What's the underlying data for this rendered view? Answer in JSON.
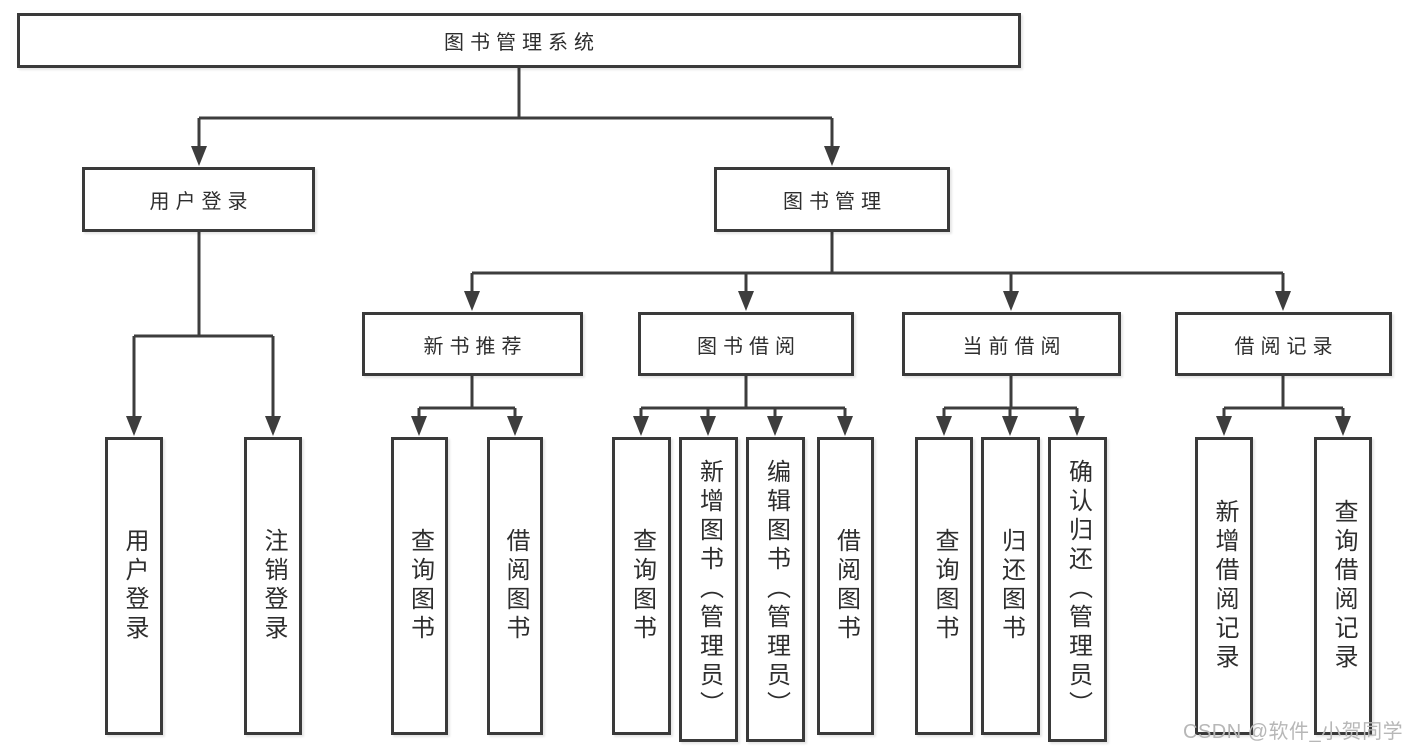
{
  "diagram": {
    "type": "hierarchy-tree",
    "root": {
      "label": "图书管理系统"
    },
    "level2": [
      {
        "label": "用户登录"
      },
      {
        "label": "图书管理"
      }
    ],
    "level3": [
      {
        "label": "新书推荐",
        "parent": "图书管理"
      },
      {
        "label": "图书借阅",
        "parent": "图书管理"
      },
      {
        "label": "当前借阅",
        "parent": "图书管理"
      },
      {
        "label": "借阅记录",
        "parent": "图书管理"
      }
    ],
    "leaves": [
      {
        "label": "用户登录",
        "parent": "用户登录"
      },
      {
        "label": "注销登录",
        "parent": "用户登录"
      },
      {
        "label": "查询图书",
        "parent": "新书推荐"
      },
      {
        "label": "借阅图书",
        "parent": "新书推荐"
      },
      {
        "label": "查询图书",
        "parent": "图书借阅"
      },
      {
        "label": "新增图书（管理员）",
        "parent": "图书借阅"
      },
      {
        "label": "编辑图书（管理员）",
        "parent": "图书借阅"
      },
      {
        "label": "借阅图书",
        "parent": "图书借阅"
      },
      {
        "label": "查询图书",
        "parent": "当前借阅"
      },
      {
        "label": "归还图书",
        "parent": "当前借阅"
      },
      {
        "label": "确认归还（管理员）",
        "parent": "当前借阅"
      },
      {
        "label": "新增借阅记录",
        "parent": "借阅记录"
      },
      {
        "label": "查询借阅记录",
        "parent": "借阅记录"
      }
    ]
  },
  "watermark": {
    "text": "CSDN @软件_小贺同学"
  },
  "colors": {
    "line": "#3d3d3d",
    "box_border": "#3a3a3a",
    "text": "#2e2e2e",
    "watermark": "#b7b7b7",
    "background": "#ffffff"
  }
}
